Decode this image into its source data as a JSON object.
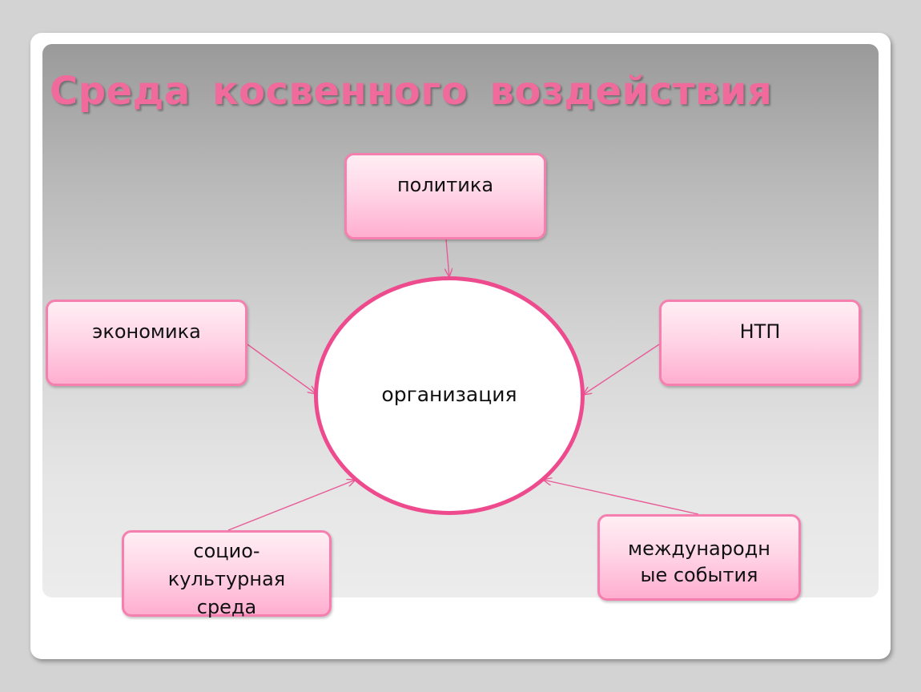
{
  "title": "Среда косвенного  воздействия",
  "center": {
    "label": "организация"
  },
  "factors": {
    "politika": "политика",
    "ekonomika": "экономика",
    "ntp": "НТП",
    "socio": [
      "социо-",
      "культурная",
      "среда"
    ],
    "intl": [
      "международн",
      "ые события"
    ]
  },
  "colors": {
    "title": "#f06a9c",
    "box_border": "#f57fae",
    "circle_border": "#ee4a8e",
    "connector": "#e85a96"
  }
}
